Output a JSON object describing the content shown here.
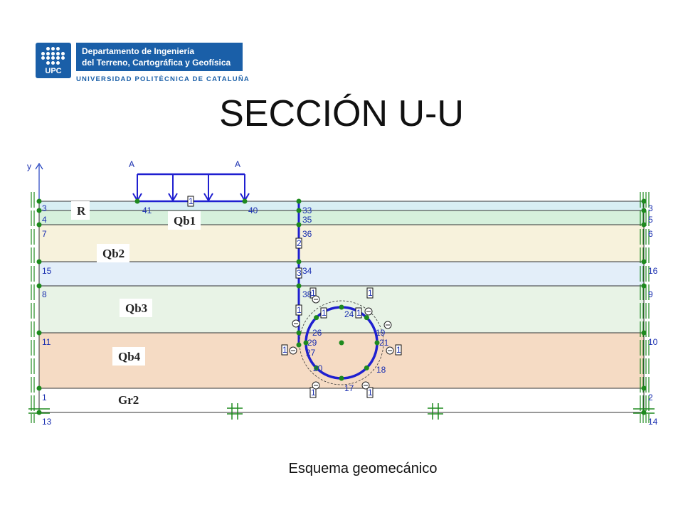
{
  "header": {
    "logo_mark": "UPC",
    "dept_line1": "Departamento de Ingeniería",
    "dept_line2": "del Terreno, Cartográfica y Geofísica",
    "university": "UNIVERSIDAD POLITÈCNICA DE CATALUÑA"
  },
  "title": "SECCIÓN U-U",
  "caption": "Esquema geomecánico",
  "diagram": {
    "axis_label": "y",
    "load_labels": [
      "A",
      "A"
    ],
    "layers": [
      {
        "name": "R",
        "color": "#d8eef3"
      },
      {
        "name": "Qb1",
        "color": "#d6f0dc"
      },
      {
        "name": "Qb2",
        "color": "#f7f2dc"
      },
      {
        "name": "Qb3",
        "color": "#e3eef9"
      },
      {
        "name": "Qb4",
        "color": "#e8f3e6"
      },
      {
        "name": "Gr2",
        "color": "#f5dbc4"
      }
    ],
    "left_node_labels": [
      "3",
      "4",
      "7",
      "15",
      "8",
      "11",
      "1",
      "13"
    ],
    "right_node_labels": [
      "3",
      "5",
      "6",
      "16",
      "9",
      "10",
      "2",
      "14"
    ],
    "load_node_labels": [
      "41",
      "40"
    ],
    "pile_node_labels": [
      "33",
      "35",
      "36",
      "34",
      "38"
    ],
    "tunnel_node_labels": [
      "24",
      "26",
      "19",
      "29",
      "21",
      "27",
      "18",
      "20",
      "17"
    ],
    "element_markers": [
      "1",
      "2",
      "3",
      "1",
      "1",
      "1",
      "1",
      "1",
      "1",
      "1",
      "1",
      "1"
    ],
    "colors": {
      "structure": "#1f1fd0",
      "node": "#1e8a1e",
      "line": "#333333",
      "support": "#1e8a1e"
    }
  }
}
